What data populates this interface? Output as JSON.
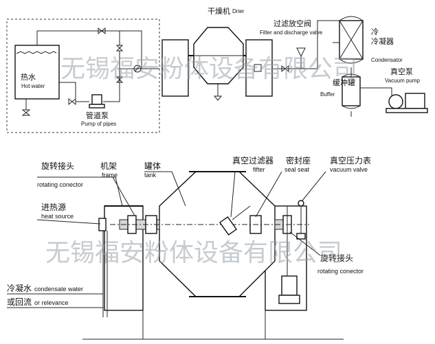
{
  "top_diagram": {
    "hot_water_cn": "热水",
    "hot_water_en": "Hot water",
    "pump_cn": "管道泵",
    "pump_en": "Pump of pipes",
    "drier_cn": "干燥机",
    "drier_en": "Drier",
    "filter_valve_cn": "过滤放空阀",
    "filter_valve_en": "Filter and discharge valve",
    "condenser_cn": "冷凝器",
    "condenser_en": "Condensator",
    "buffer_cn": "缓冲罐",
    "buffer_en": "Buffer",
    "vacuum_pump_cn": "真空泵",
    "vacuum_pump_en": "Vacuum pump"
  },
  "bottom_diagram": {
    "rotating_connector_left_cn": "旋转接头",
    "rotating_connector_left_en": "rotating conector",
    "frame_cn": "机架",
    "frame_en": "frame",
    "tank_cn": "罐体",
    "tank_en": "tank",
    "filter_cn": "真空过滤器",
    "filter_en": "fifter",
    "seal_seat_cn": "密封座",
    "seal_seat_en": "seal seat",
    "vacuum_valve_cn": "真空压力表",
    "vacuum_valve_en": "vacuum valve",
    "heat_source_cn": "进热源",
    "heat_source_en": "heat source",
    "rotating_connector_right_cn": "旋转接头",
    "rotating_connector_right_en": "rotating conector",
    "condensate_cn": "冷凝水",
    "condensate_en": "condensate water",
    "relevance_cn": "或回流",
    "relevance_en": "or relevance"
  },
  "watermark": "无锡福安粉体设备有限公司"
}
